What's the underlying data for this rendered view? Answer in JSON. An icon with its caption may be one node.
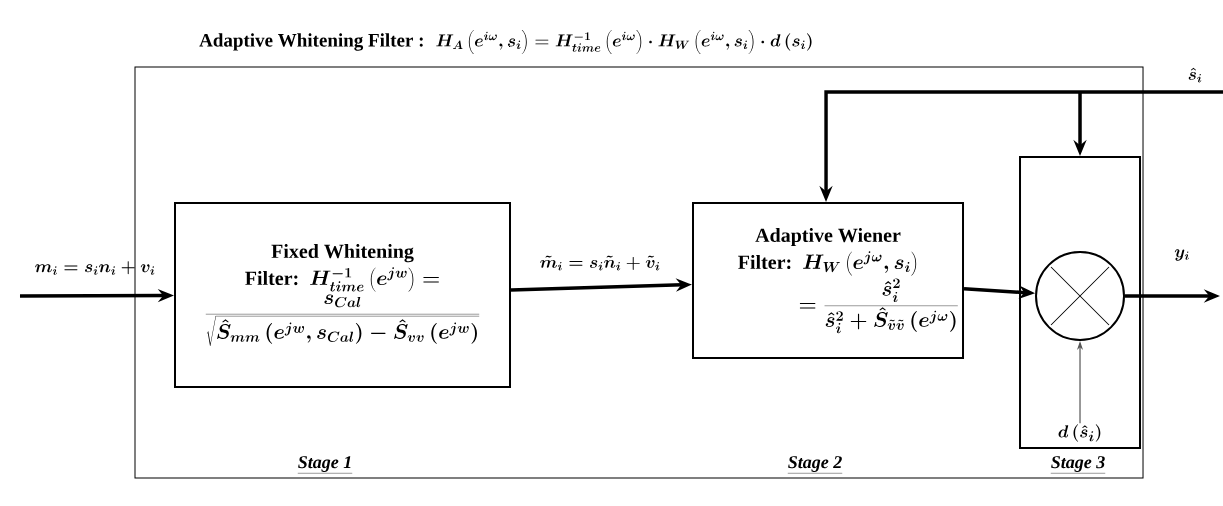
{
  "diagram": {
    "title": "Adaptive Whitening Filter :",
    "nodes": [
      {
        "text": [],
        "shape": "box"
      },
      {
        "text": [
          "Fixed Whitening",
          "Filter:",
          "H^{-1}_{time}\\left(e^{jw}\\right) =",
          "\\frac{s_{Cal}}{\\sqrt{\\hat{S}_{mm}\\left(e^{jw},s_{Cal}\\right)-\\hat{S}_{vv}\\left(e^{jw}\\right)}}"
        ],
        "in": 0
      },
      {
        "text": [
          "Adaptive Wiener",
          "Filter:",
          "H_{W}\\left(e^{j\\omega},s_i\\right)",
          "=\\frac{\\hat{s}_i^{2}}{\\hat{s}_i^{2}+\\hat{S}_{\\tilde{v}\\tilde{v}}\\left(e^{j\\omega}\\right)}"
        ],
        "in": 0
      },
      {
        "text": [],
        "shape": "box",
        "in": 0
      },
      {
        "text": [],
        "shape": "circle",
        "in": 3
      },
      {
        "text": [
          "d\\left(\\hat{s}_i\\right)"
        ],
        "in": 3
      }
    ],
    "edges": [
      {
        "from": null,
        "to": 1,
        "arrow": "to",
        "label": "m_i = s_i n_i + v_i"
      },
      {
        "from": 1,
        "to": 2,
        "arrow": "to",
        "label": "\\tilde{m}_i = s_i \\tilde{n}_i + \\tilde{v}_i"
      },
      {
        "from": 2,
        "to": 4,
        "arrow": "to"
      },
      {
        "from": 4,
        "to": null,
        "arrow": "to",
        "label": "y_i"
      },
      {
        "from": 5,
        "to": 4,
        "arrow": "to",
        "color": "#555555"
      },
      {
        "from": null,
        "to": 2,
        "arrow": "to",
        "label": "\\hat{s}_i"
      },
      {
        "from": null,
        "to": 3,
        "arrow": "to"
      }
    ],
    "labels": [
      "H_A\\left(e^{i\\omega},s_i\\right) = H^{-1}_{time}\\left(e^{i\\omega}\\right)\\cdot H_W\\left(e^{i\\omega},s_i\\right)\\cdot d\\left(s_i\\right)",
      "Stage 1",
      "Stage 2",
      "Stage 3"
    ]
  }
}
